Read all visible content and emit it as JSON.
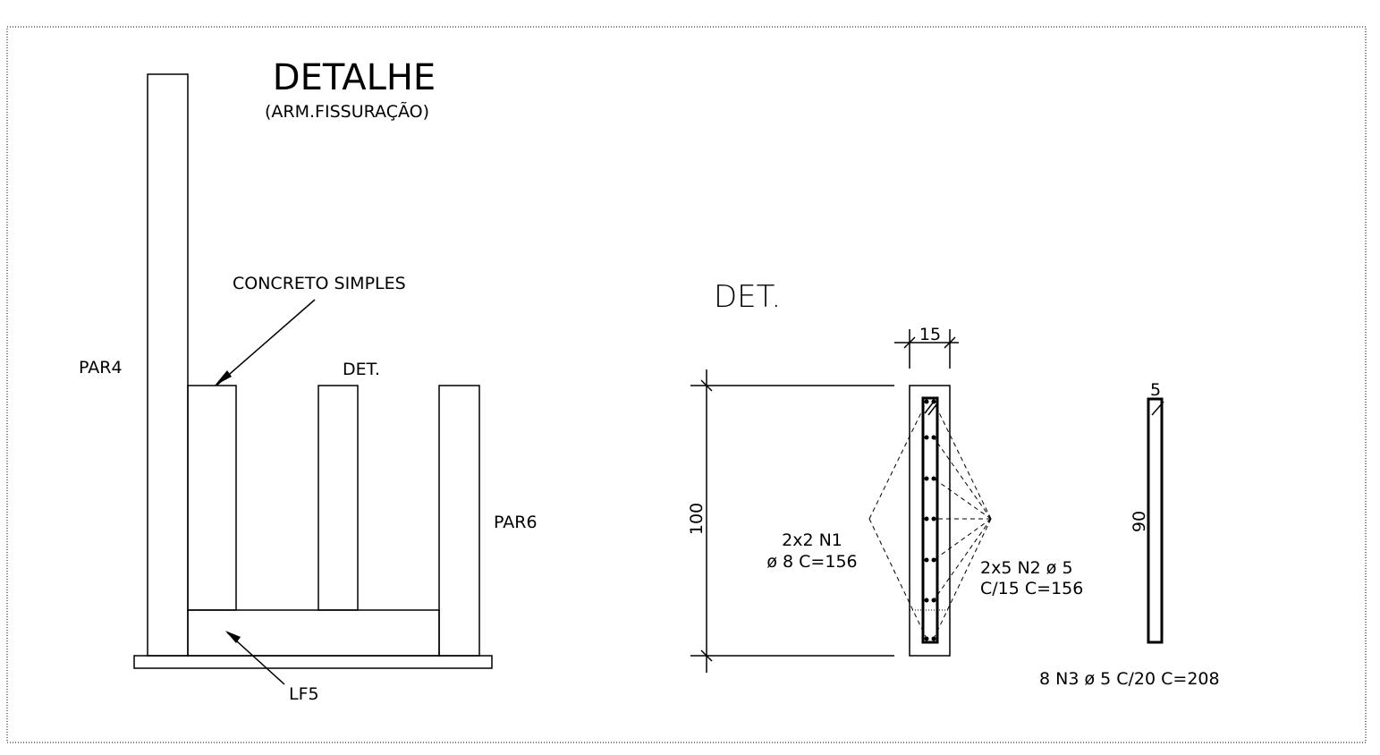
{
  "detail": {
    "title": "DETALHE",
    "subtitle": "(ARM.FISSURAÇÃO)",
    "label_concreto": "CONCRETO  SIMPLES",
    "label_par4": "PAR4",
    "label_par6": "PAR6",
    "label_det": "DET.",
    "label_lf5": "LF5"
  },
  "section": {
    "title": "DET.",
    "dim_width": "15",
    "dim_height": "100",
    "n1_line1": "2x2  N1",
    "n1_line2": "ø  8  C=156",
    "n2_line1": "2x5  N2  ø  5",
    "n2_line2": "C/15  C=156",
    "stirrup_dim_top": "5",
    "stirrup_dim_side": "90",
    "n3_label": "8  N3  ø  5  C/20  C=208"
  },
  "colors": {
    "line": "#000000",
    "background": "#ffffff"
  }
}
